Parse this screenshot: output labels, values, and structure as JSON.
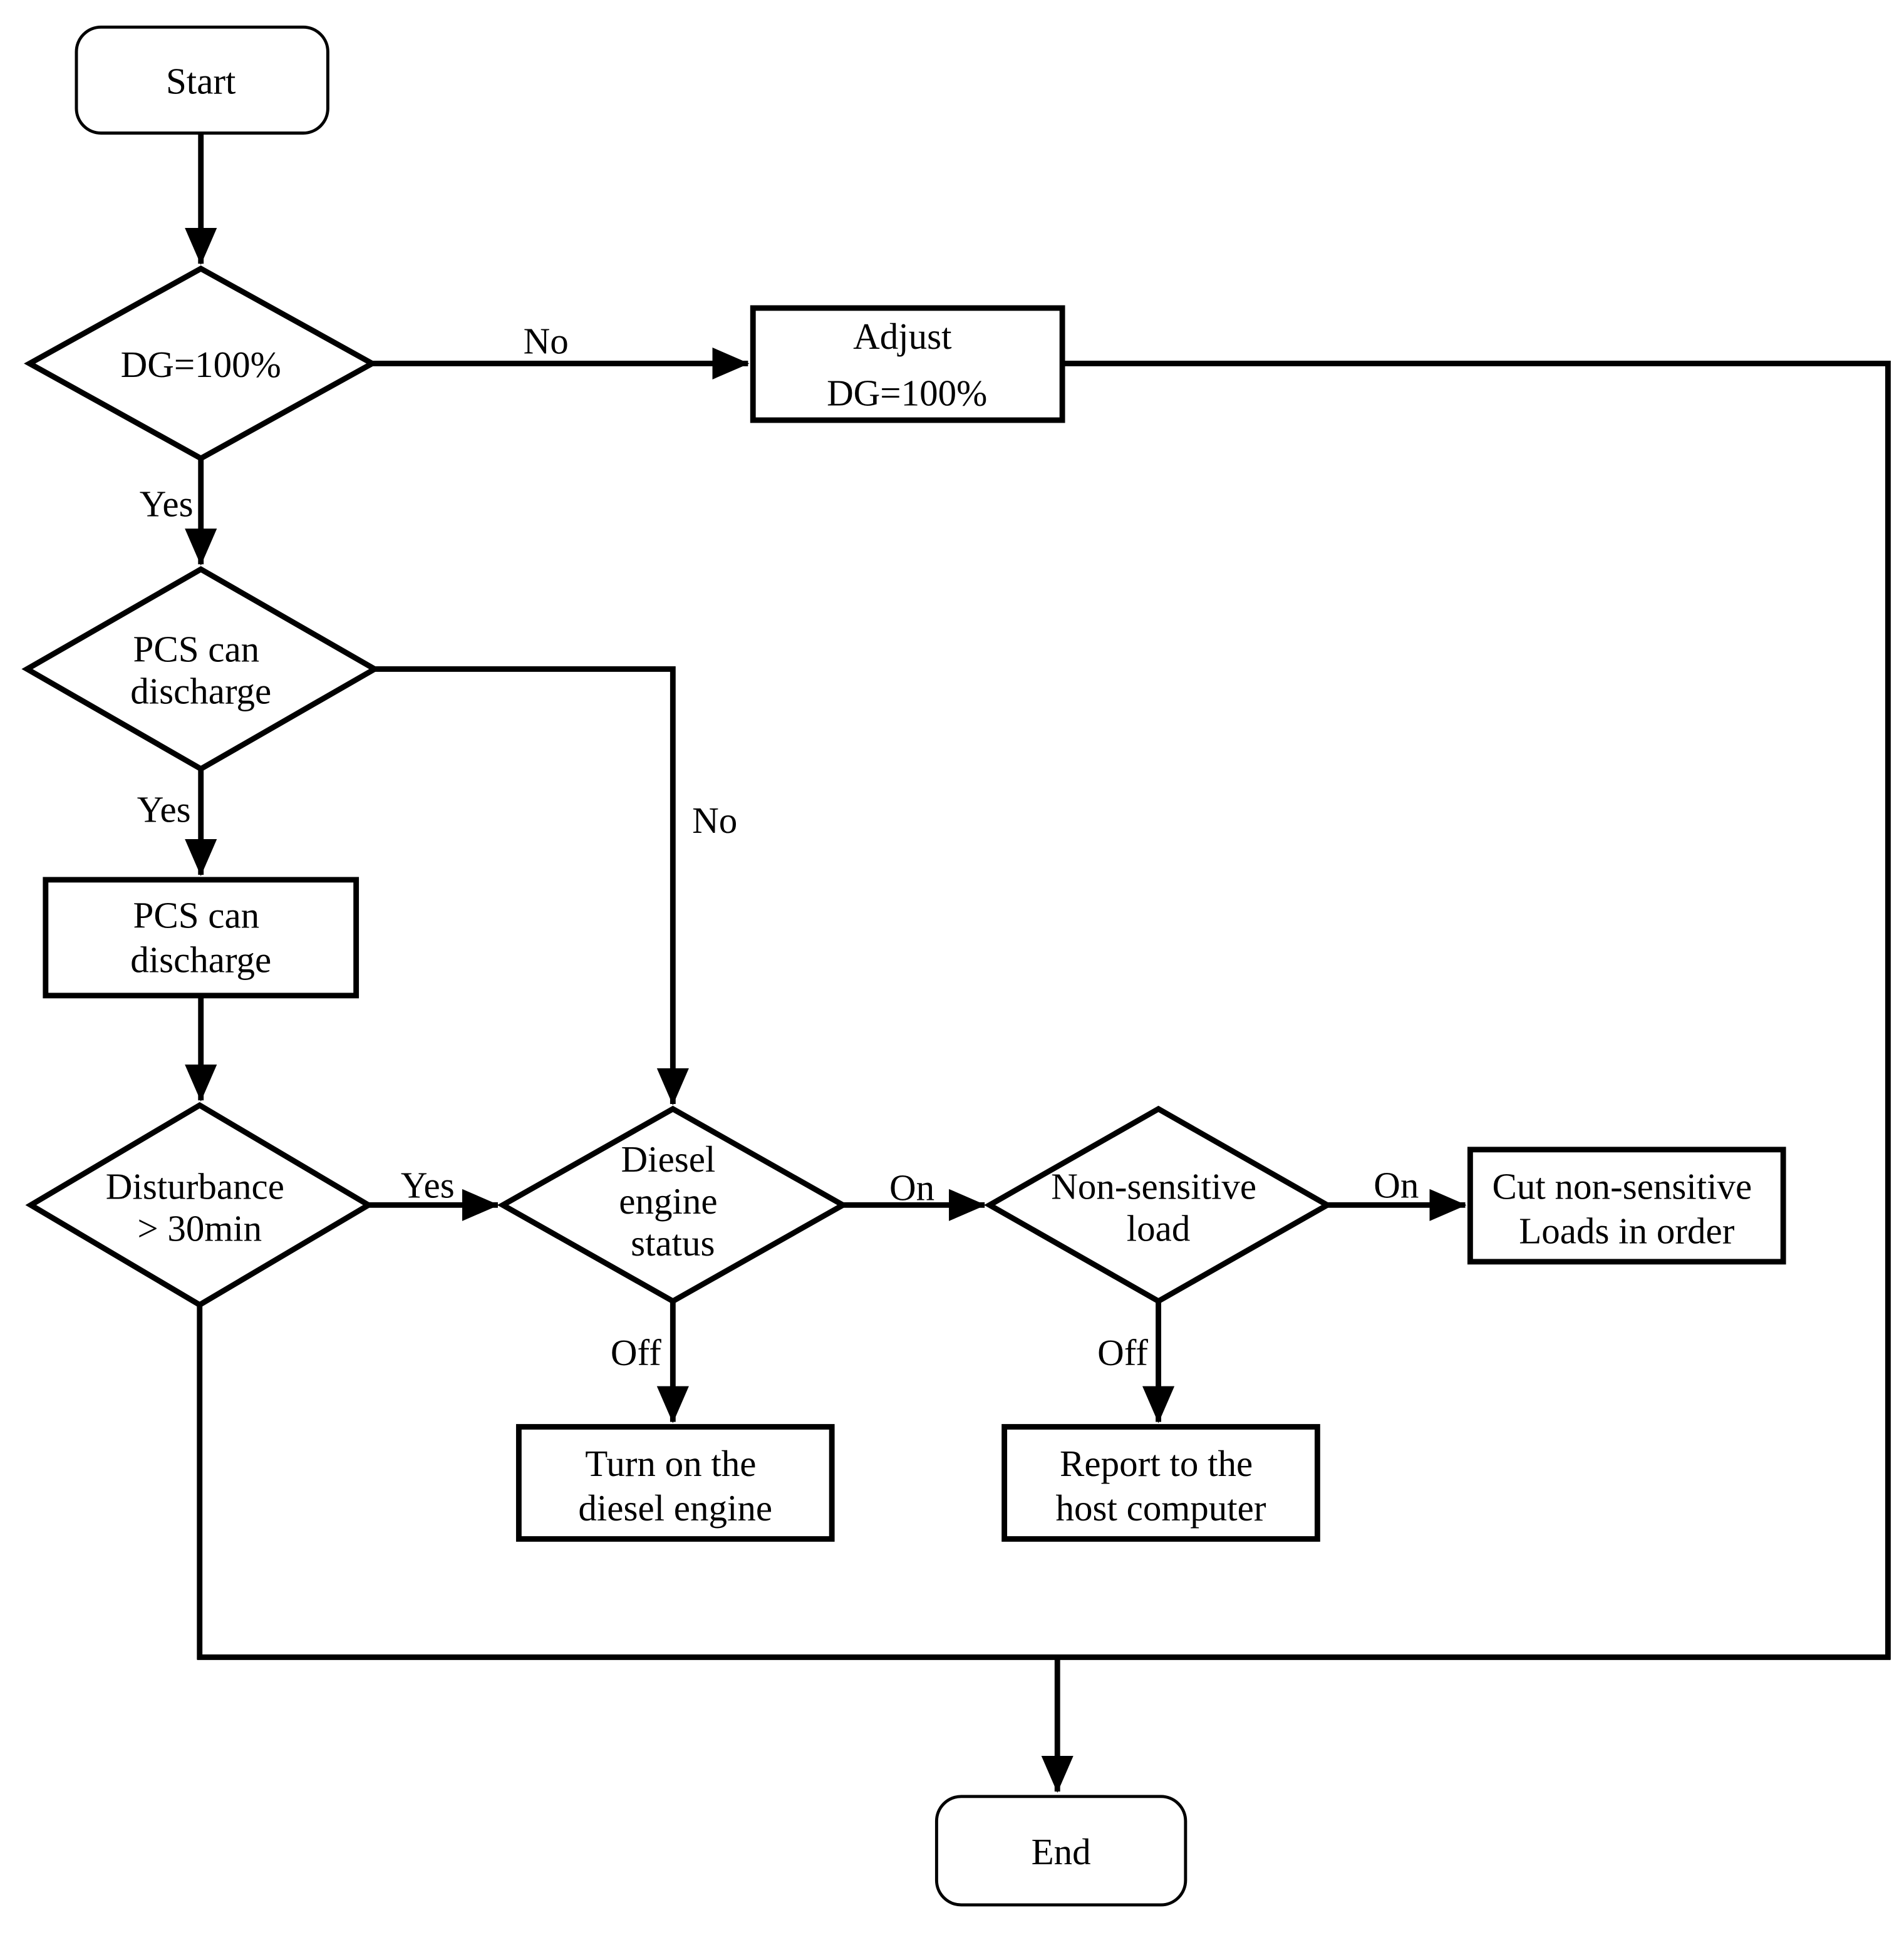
{
  "diagram": {
    "type": "flowchart",
    "colors": {
      "stroke": "#000000",
      "background": "#ffffff"
    },
    "nodes": {
      "start": {
        "type": "terminator",
        "label": "Start"
      },
      "dg_check": {
        "type": "decision",
        "label": "DG=100%"
      },
      "adjust": {
        "type": "process",
        "lines": [
          "Adjust",
          "DG=100%"
        ]
      },
      "pcs_check": {
        "type": "decision",
        "lines": [
          "PCS can",
          "discharge"
        ]
      },
      "pcs_discharge": {
        "type": "process",
        "lines": [
          "PCS can",
          "discharge"
        ]
      },
      "disturbance": {
        "type": "decision",
        "lines": [
          "Disturbance",
          "> 30min"
        ]
      },
      "diesel_status": {
        "type": "decision",
        "lines": [
          "Diesel",
          "engine",
          "status"
        ]
      },
      "nonsensitive_load": {
        "type": "decision",
        "lines": [
          "Non-sensitive",
          "load"
        ]
      },
      "cut_loads": {
        "type": "process",
        "lines": [
          "Cut non-sensitive",
          "Loads in order"
        ]
      },
      "turn_on_diesel": {
        "type": "process",
        "lines": [
          "Turn on the",
          "diesel engine"
        ]
      },
      "report_host": {
        "type": "process",
        "lines": [
          "Report to the",
          "host computer"
        ]
      },
      "end": {
        "type": "terminator",
        "label": "End"
      }
    },
    "edge_labels": {
      "dg_no": "No",
      "dg_yes": "Yes",
      "pcs_yes": "Yes",
      "pcs_no": "No",
      "disturbance_yes": "Yes",
      "diesel_on": "On",
      "diesel_off": "Off",
      "nonsensitive_on": "On",
      "nonsensitive_off": "Off"
    }
  }
}
